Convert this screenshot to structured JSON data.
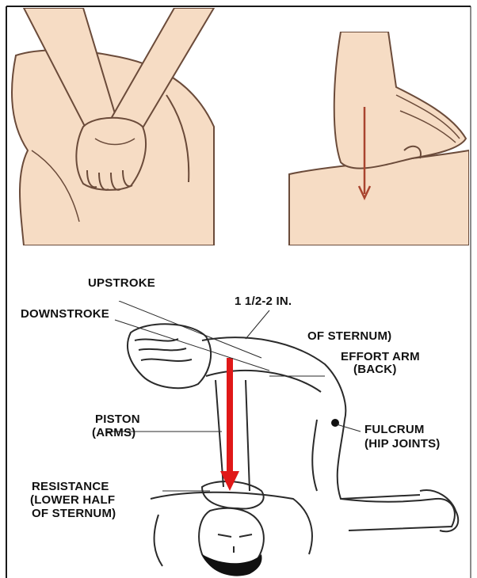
{
  "labels": {
    "upstroke": "UPSTROKE",
    "downstroke": "DOWNSTROKE",
    "depth": "1 1/2-2 IN.",
    "sternum_partial": "OF STERNUM)",
    "effort_arm": "EFFORT ARM",
    "effort_arm_sub": "(BACK)",
    "piston": "PISTON",
    "piston_sub": "(ARMS)",
    "fulcrum": "FULCRUM",
    "fulcrum_sub": "(HIP JOINTS)",
    "resistance": "RESISTANCE",
    "resistance_sub1": "(LOWER HALF",
    "resistance_sub2": "OF STERNUM)"
  },
  "colors": {
    "skin": "#f6dcc4",
    "skin_shadow": "#e7c3a3",
    "outline": "#6b4b3a",
    "arrow_brown": "#a9442f",
    "arrow_red": "#e01818",
    "line_art": "#2a2a2a",
    "border": "#1a1a1a"
  },
  "icons": {
    "hands": "interlaced-hands-on-chest-illustration",
    "side_view": "heel-of-hand-compression-illustration",
    "rescuer": "rescuer-performing-cpr-line-drawing"
  }
}
